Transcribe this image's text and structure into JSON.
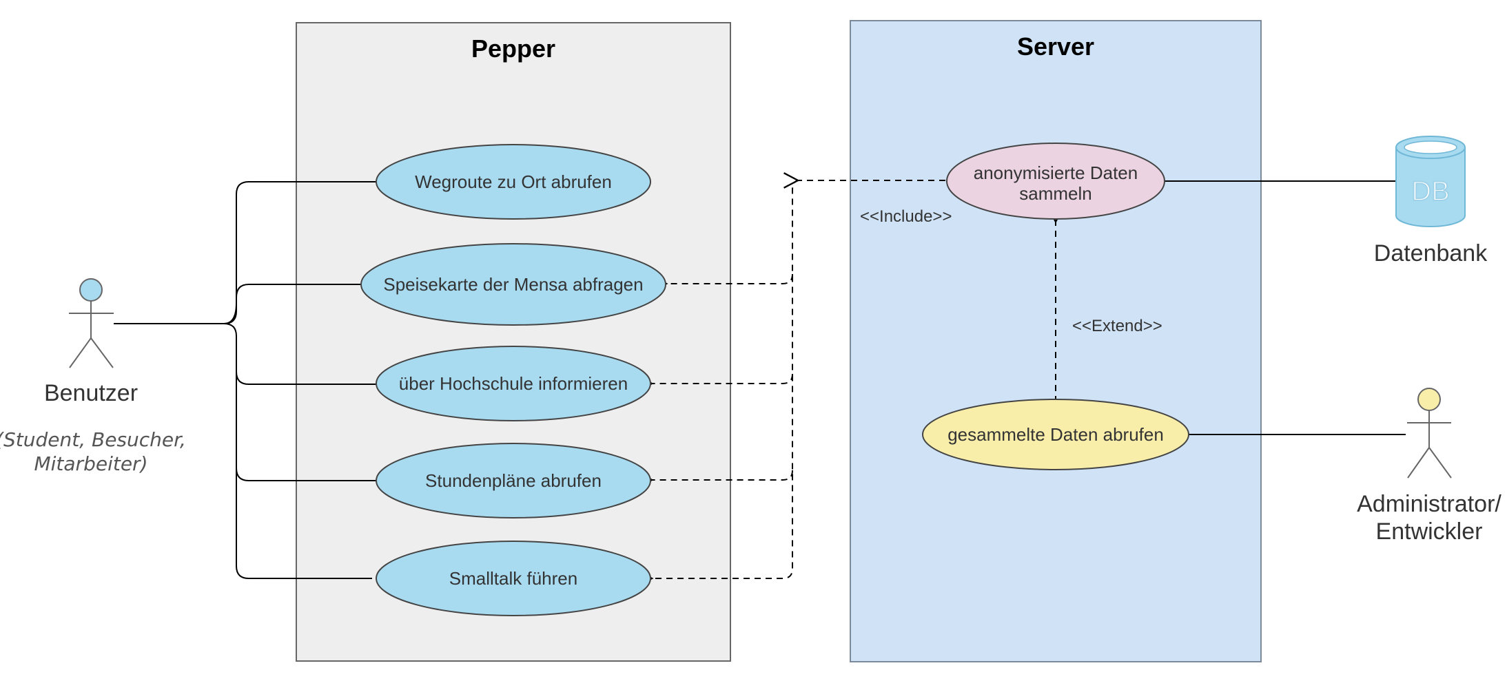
{
  "systems": {
    "pepper": {
      "title": "Pepper",
      "fill": "#eeeeee",
      "stroke": "#666666"
    },
    "server": {
      "title": "Server",
      "fill": "#cfe2f6",
      "stroke": "#7a8a9a"
    }
  },
  "use_cases": {
    "wegroute": "Wegroute zu Ort abrufen",
    "speisekarte": "Speisekarte der Mensa abfragen",
    "hochschule": "über Hochschule informieren",
    "stundenplaene": "Stundenpläne abrufen",
    "smalltalk": "Smalltalk führen",
    "daten_sammeln": [
      "anonymisierte Daten",
      "sammeln"
    ],
    "daten_abrufen": "gesammelte Daten abrufen"
  },
  "actors": {
    "benutzer": {
      "name": "Benutzer",
      "note": [
        "(Student, Besucher,",
        "Mitarbeiter)"
      ]
    },
    "admin": {
      "name": [
        "Administrator/",
        "Entwickler"
      ]
    }
  },
  "database": {
    "label": "Datenbank",
    "icon": "DB"
  },
  "stereotypes": {
    "include": "<<Include>>",
    "extend": "<<Extend>>"
  },
  "colors": {
    "pepper_usecase": "#a8daf0",
    "collect_usecase": "#ebd3e2",
    "retrieve_usecase": "#f8eeaa",
    "benutzer_head": "#a8daf0",
    "admin_head": "#f8eeaa",
    "database": "#a8daf0"
  }
}
